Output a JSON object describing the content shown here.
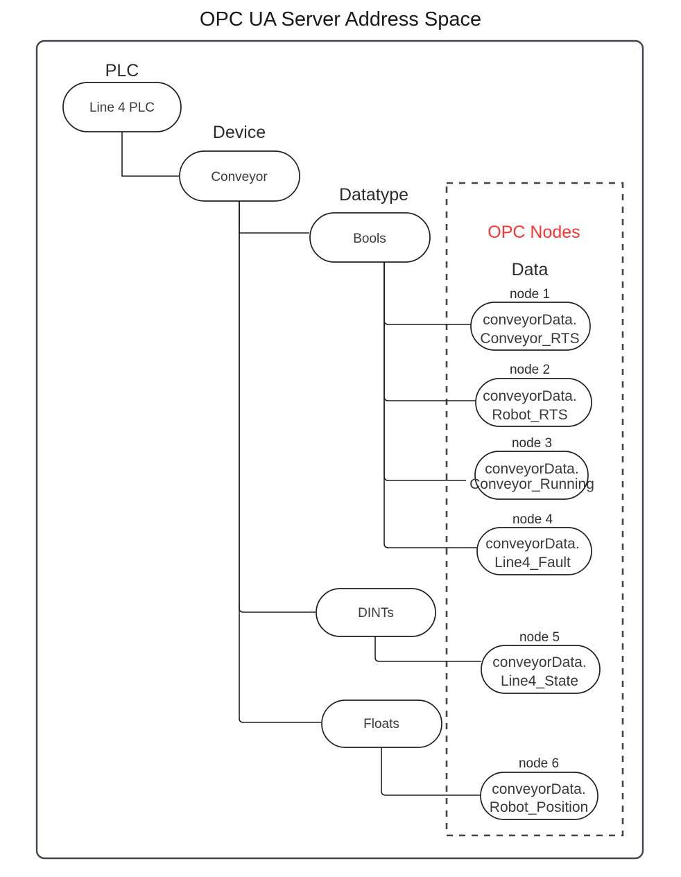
{
  "title": "OPC UA Server Address Space",
  "colors": {
    "opc_nodes_red": "#FF3333",
    "stroke": "#1f1f1f",
    "frame": "#3f444d",
    "background": "#ffffff"
  },
  "group_labels": {
    "plc": "PLC",
    "device": "Device",
    "datatype": "Datatype"
  },
  "opc_panel": {
    "heading": "OPC Nodes",
    "subheading": "Data"
  },
  "nodes": {
    "plc": "Line 4 PLC",
    "device": "Conveyor",
    "datatypes": [
      {
        "label": "Bools"
      },
      {
        "label": "DINTs"
      },
      {
        "label": "Floats"
      }
    ]
  },
  "opc_nodes": [
    {
      "caption": "node 1",
      "line1": "conveyorData.",
      "line2": "Conveyor_RTS",
      "parent": "Bools"
    },
    {
      "caption": "node 2",
      "line1": "conveyorData.",
      "line2": "Robot_RTS",
      "parent": "Bools"
    },
    {
      "caption": "node 3",
      "line1": "conveyorData.",
      "line2": "Conveyor_Running",
      "parent": "Bools"
    },
    {
      "caption": "node 4",
      "line1": "conveyorData.",
      "line2": "Line4_Fault",
      "parent": "Bools"
    },
    {
      "caption": "node 5",
      "line1": "conveyorData.",
      "line2": "Line4_State",
      "parent": "DINTs"
    },
    {
      "caption": "node 6",
      "line1": "conveyorData.",
      "line2": "Robot_Position",
      "parent": "Floats"
    }
  ]
}
